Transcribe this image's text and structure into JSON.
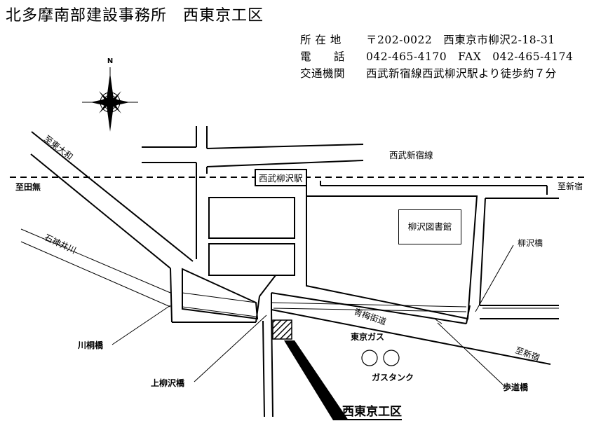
{
  "header": {
    "title": "北多摩南部建設事務所　西東京工区",
    "address_label": "所 在 地",
    "address_value": "〒202-0022　西東京市柳沢2-18-31",
    "phone_label": "電　　話",
    "phone_value": "042-465-4170　FAX　042-465-4174",
    "access_label": "交通機関",
    "access_value": "西武新宿線西武柳沢駅より徒歩約７分"
  },
  "compass": {
    "north_label": "N",
    "icon": "compass-rose-icon"
  },
  "map": {
    "railway_name": "西武新宿線",
    "station": "西武柳沢駅",
    "library": "柳沢図書館",
    "to_higashiyamato": "至東大和",
    "to_tanashi": "至田無",
    "to_shinjuku_rail": "至新宿",
    "to_shinjuku_road": "至新宿",
    "river": "石神井川",
    "road": "青梅街道",
    "gas_company": "東京ガス",
    "gas_tank": "ガスタンク",
    "bridge_yanagisawa": "柳沢橋",
    "bridge_kawakiri": "川桐橋",
    "bridge_kamiyanagisawa": "上柳沢橋",
    "footbridge": "歩道橋",
    "destination": "西東京工区"
  }
}
